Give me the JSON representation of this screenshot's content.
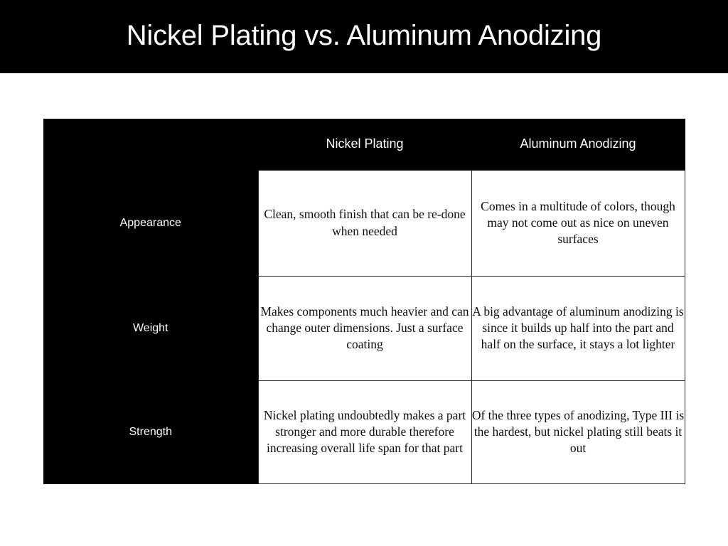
{
  "slide": {
    "title": "Nickel Plating vs. Aluminum Anodizing",
    "background_color": "#ffffff",
    "banner_color": "#000000",
    "title_color": "#ffffff"
  },
  "table": {
    "corner_label": "",
    "column_headers": [
      "Nickel Plating",
      "Aluminum Anodizing"
    ],
    "row_labels": [
      "Appearance",
      "Weight",
      "Strength"
    ],
    "rows": [
      {
        "label": "Appearance",
        "nickel_plating": "Clean, smooth finish that can be re-done when needed",
        "aluminum_anodizing": "Comes in a multitude of colors, though may not come out as nice on uneven surfaces"
      },
      {
        "label": "Weight",
        "nickel_plating": "Makes components much heavier and can change outer dimensions. Just a surface coating",
        "aluminum_anodizing": "A big advantage of aluminum anodizing is since it builds up half into the part and half on the surface, it stays a lot lighter"
      },
      {
        "label": "Strength",
        "nickel_plating": "Nickel plating undoubtedly makes a part stronger and more durable therefore increasing overall life span for that part",
        "aluminum_anodizing": "Of the three types of anodizing, Type III is the hardest, but nickel plating still beats it out"
      }
    ],
    "colors": {
      "header_background": "#000000",
      "header_text": "#ffffff",
      "label_background": "#000000",
      "label_text": "#ffffff",
      "cell_background": "#ffffff",
      "cell_text": "#0d0d0d",
      "cell_border": "#262626"
    }
  }
}
